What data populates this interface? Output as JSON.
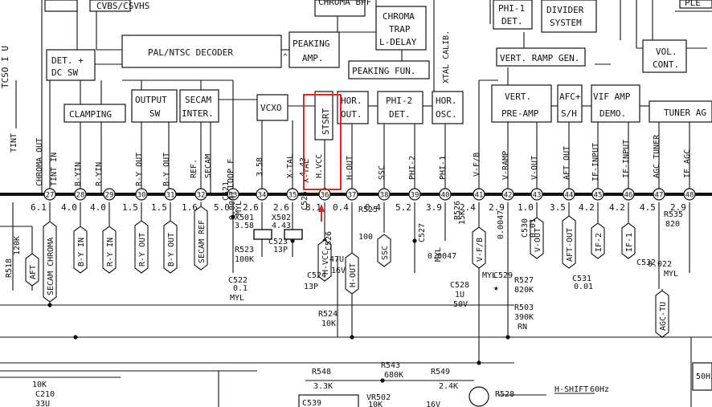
{
  "accent_color": "#d9262b",
  "blocks": {
    "det_dc_sw": [
      "DET. +",
      "DC SW"
    ],
    "pal_ntsc": "PAL/NTSC DECODER",
    "chroma_bpf": "CHROMA BPF",
    "chroma_trap": [
      "CHROMA",
      "TRAP",
      "L-DELAY"
    ],
    "peaking_amp": [
      "PEAKING",
      "AMP."
    ],
    "peaking_fun": "PEAKING FUN.",
    "phi1_det": [
      "PHI-1",
      "DET."
    ],
    "divider": [
      "DIVIDER",
      "SYSTEM"
    ],
    "vert_ramp": "VERT. RAMP GEN.",
    "vol_cont": [
      "VOL.",
      "CONT."
    ],
    "ple": "PLE",
    "clamping": "CLAMPING",
    "output_sw": [
      "OUTPUT",
      "SW"
    ],
    "secam_inter": [
      "SECAM",
      "INTER."
    ],
    "vcxo": "VCXO",
    "start": "STSRT",
    "hor_out": [
      "HOR.",
      "OUT."
    ],
    "phi2_det": [
      "PHI-2",
      "DET."
    ],
    "hor_osc": [
      "HOR.",
      "OSC."
    ],
    "vert_preamp": [
      "VERT.",
      "PRE-AMP"
    ],
    "afc_sh": [
      "AFC+",
      "S/H"
    ],
    "vif_amp": [
      "VIF AMP",
      "DEMO."
    ],
    "tuner_ag": "TUNER AG",
    "cvbs": "CVBS/CSVHS",
    "xtal_calib": "XTAL CALIB.",
    "side_label": "TCSO I U"
  },
  "pin_labels": [
    "CHROMA OUT",
    "TINT IN",
    "B-YIN",
    "R-YIN",
    "R-Y OUT",
    "B-Y OUT",
    "REF.",
    "SECAM",
    "LOOP F",
    "3.58",
    "X-TAL",
    "4.43",
    "X-TAL",
    "H.VCC",
    "H-OUT",
    "SSC",
    "PHI-2",
    "PHI-1",
    "V-F/B",
    "V-RAMP",
    "V-OUT",
    "AFT OUT",
    "IF-INPUT",
    "IF-INPUT",
    "AGC TUNER",
    "IF AGC",
    "TINT"
  ],
  "pins": [
    {
      "num": "27",
      "v": "6.1"
    },
    {
      "num": "28",
      "v": "4.0"
    },
    {
      "num": "29",
      "v": "4.0"
    },
    {
      "num": "30",
      "v": "1.5"
    },
    {
      "num": "31",
      "v": "1.5"
    },
    {
      "num": "32",
      "v": "1.6"
    },
    {
      "num": "33",
      "v": "5.0"
    },
    {
      "num": "34",
      "v": "2.6"
    },
    {
      "num": "35",
      "v": "2.6"
    },
    {
      "num": "36",
      "v": "8.1"
    },
    {
      "num": "37",
      "v": "0.4"
    },
    {
      "num": "38",
      "v": "0.4"
    },
    {
      "num": "39",
      "v": "5.2"
    },
    {
      "num": "40",
      "v": "3.9"
    },
    {
      "num": "41",
      "v": "2.4"
    },
    {
      "num": "42",
      "v": "2.9"
    },
    {
      "num": "43",
      "v": "1.0"
    },
    {
      "num": "44",
      "v": "3.5"
    },
    {
      "num": "45",
      "v": "4.2"
    },
    {
      "num": "46",
      "v": "4.2"
    },
    {
      "num": "47",
      "v": "4.5"
    },
    {
      "num": "48",
      "v": "2.9"
    }
  ],
  "connectors": [
    "SECAM CHROMA",
    "B-Y IN",
    "R-Y IN",
    "R-Y OUT",
    "B-Y OUT",
    "SECAM REF",
    "H-VCC",
    "H-OUT",
    "SSC",
    "V-F/B",
    "V-OUT",
    "AFT-OUT",
    "IF-2",
    "IF-1",
    "AGC-TU",
    "AFT"
  ],
  "components": [
    "C521",
    "0.0047",
    "MYL",
    "X501",
    "3.58",
    "X502",
    "4.43",
    "C525",
    "R523",
    "100K",
    "C523",
    "13P",
    "C522",
    "0.1",
    "MYL",
    "C524",
    "13P",
    "C526",
    "47U",
    "16V",
    "R525",
    "100",
    "R524",
    "10K",
    "C527",
    "0.0047",
    "MYL",
    "R526",
    "15K",
    "C528",
    "1U",
    "50V",
    "C529",
    "MYL",
    "0.0047",
    "C530",
    "0.01",
    "R527",
    "820K",
    "R503",
    "390K",
    "RN",
    "C531",
    "0.01",
    "C532",
    "0.022",
    "MYL",
    "R535",
    "820",
    "R518",
    "120K",
    "R548",
    "3.3K",
    "R543",
    "680K",
    "VR502",
    "10K",
    "R549",
    "2.4K",
    "R528",
    "10K",
    "C210",
    "33U",
    "16V",
    "C539",
    "H-SHIFT",
    "60Hz",
    "50Hz",
    "AG"
  ]
}
